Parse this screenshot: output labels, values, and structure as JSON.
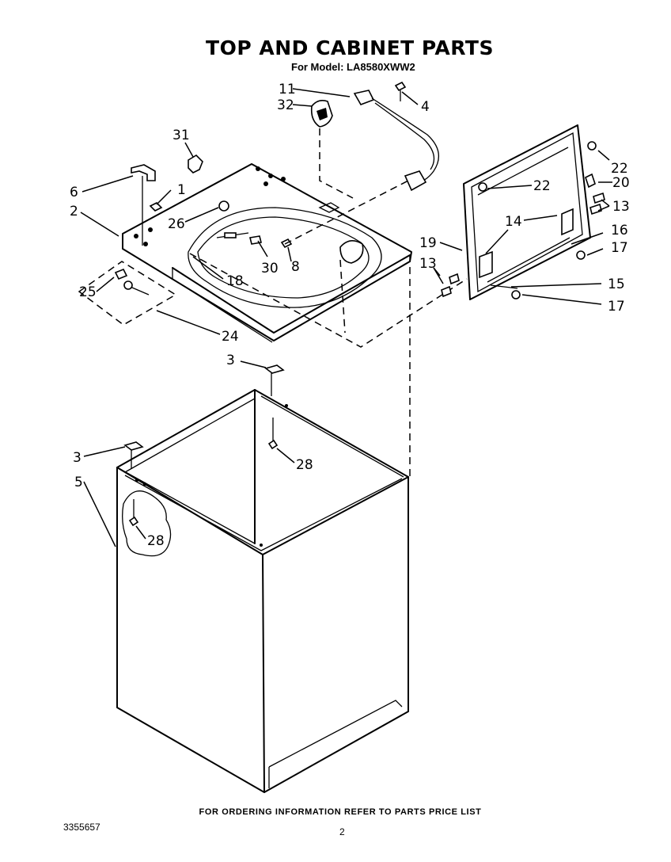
{
  "header": {
    "title": "TOP AND CABINET PARTS",
    "subtitle": "For Model: LA8580XWW2"
  },
  "callouts": {
    "c1": "1",
    "c2": "2",
    "c3a": "3",
    "c3b": "3",
    "c4": "4",
    "c5": "5",
    "c6": "6",
    "c8": "8",
    "c11": "11",
    "c13a": "13",
    "c13b": "13",
    "c14": "14",
    "c15": "15",
    "c16": "16",
    "c17a": "17",
    "c17b": "17",
    "c18": "18",
    "c19": "19",
    "c20": "20",
    "c22a": "22",
    "c22b": "22",
    "c24": "24",
    "c25": "25",
    "c26": "26",
    "c28a": "28",
    "c28b": "28",
    "c30": "30",
    "c31": "31",
    "c32": "32"
  },
  "footer": {
    "ordering_note": "FOR ORDERING INFORMATION REFER TO PARTS PRICE LIST",
    "document_number": "3355657",
    "page_number": "2"
  }
}
